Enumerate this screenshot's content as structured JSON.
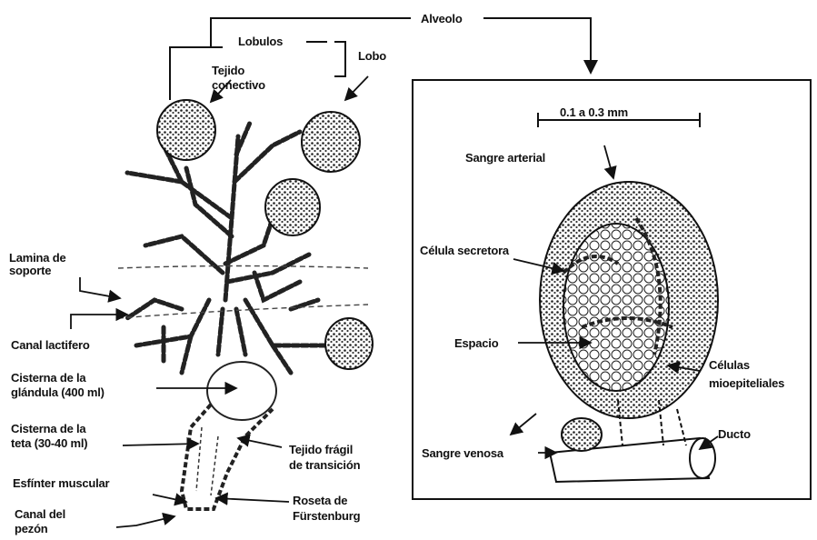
{
  "labels": {
    "alveolo": "Alveolo",
    "lobulos": "Lobulos",
    "lobo": "Lobo",
    "tejido_conectivo_1": "Tejido",
    "tejido_conectivo_2": "conectivo",
    "lamina_1": "Lamina de",
    "lamina_2": "soporte",
    "canal_lactifero": "Canal lactifero",
    "cisterna_glandula_1": "Cisterna de la",
    "cisterna_glandula_2": "glándula (400 ml)",
    "cisterna_teta_1": "Cisterna de la",
    "cisterna_teta_2": "teta (30-40 ml)",
    "esfinter": "Esfínter muscular",
    "canal_pezon_1": "Canal del",
    "canal_pezon_2": "pezón",
    "tejido_fragil_1": "Tejido frágil",
    "tejido_fragil_2": "de transición",
    "roseta_1": "Roseta de",
    "roseta_2": "Fürstenburg",
    "escala": "0.1 a 0.3 mm",
    "sangre_arterial": "Sangre arterial",
    "celula_secretora": "Célula secretora",
    "espacio": "Espacio",
    "celulas_mio_1": "Células",
    "celulas_mio_2": "mioepiteliales",
    "sangre_venosa": "Sangre venosa",
    "ducto": "Ducto"
  }
}
